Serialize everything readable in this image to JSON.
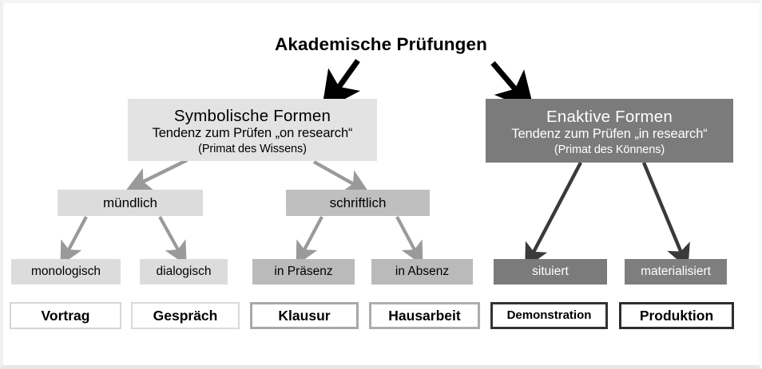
{
  "title": "Akademische Prüfungen",
  "colors": {
    "background": "#ffffff",
    "light_gray": "#e3e3e3",
    "mid_gray": "#bfbfbf",
    "dark_gray": "#7b7b7b",
    "black": "#000000",
    "white": "#ffffff"
  },
  "branches": {
    "symbolic": {
      "heading": "Symbolische Formen",
      "subtitle": "Tendenz zum Prüfen „on research“",
      "note": "(Primat des Wissens)"
    },
    "enactive": {
      "heading": "Enaktive Formen",
      "subtitle": "Tendenz zum Prüfen „in research“",
      "note": "(Primat des Könnens)"
    }
  },
  "level2": {
    "muendlich": "mündlich",
    "schriftlich": "schriftlich"
  },
  "level3": {
    "monologisch": "monologisch",
    "dialogisch": "dialogisch",
    "in_praesenz": "in Präsenz",
    "in_absenz": "in Absenz",
    "situiert": "situiert",
    "materialisiert": "materialisiert"
  },
  "level4": {
    "vortrag": "Vortrag",
    "gespraech": "Gespräch",
    "klausur": "Klausur",
    "hausarbeit": "Hausarbeit",
    "demonstration": "Demonstration",
    "produktion": "Produktion"
  }
}
